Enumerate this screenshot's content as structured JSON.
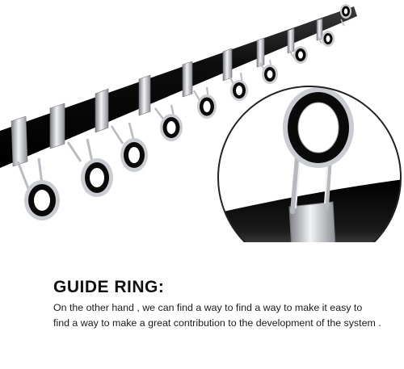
{
  "product": {
    "colors": {
      "rod": "#111111",
      "metal": "#c9ccd0",
      "ring_insert": "#0a0a0a",
      "background": "#ffffff",
      "zoom_circle_border": "#222222"
    }
  },
  "caption": {
    "heading": "GUIDE RING:",
    "body_line_1": "On the other hand , we can find a way to find a way to make it easy to",
    "body_line_2": "find a way to make a great contribution to the development of the system ."
  }
}
